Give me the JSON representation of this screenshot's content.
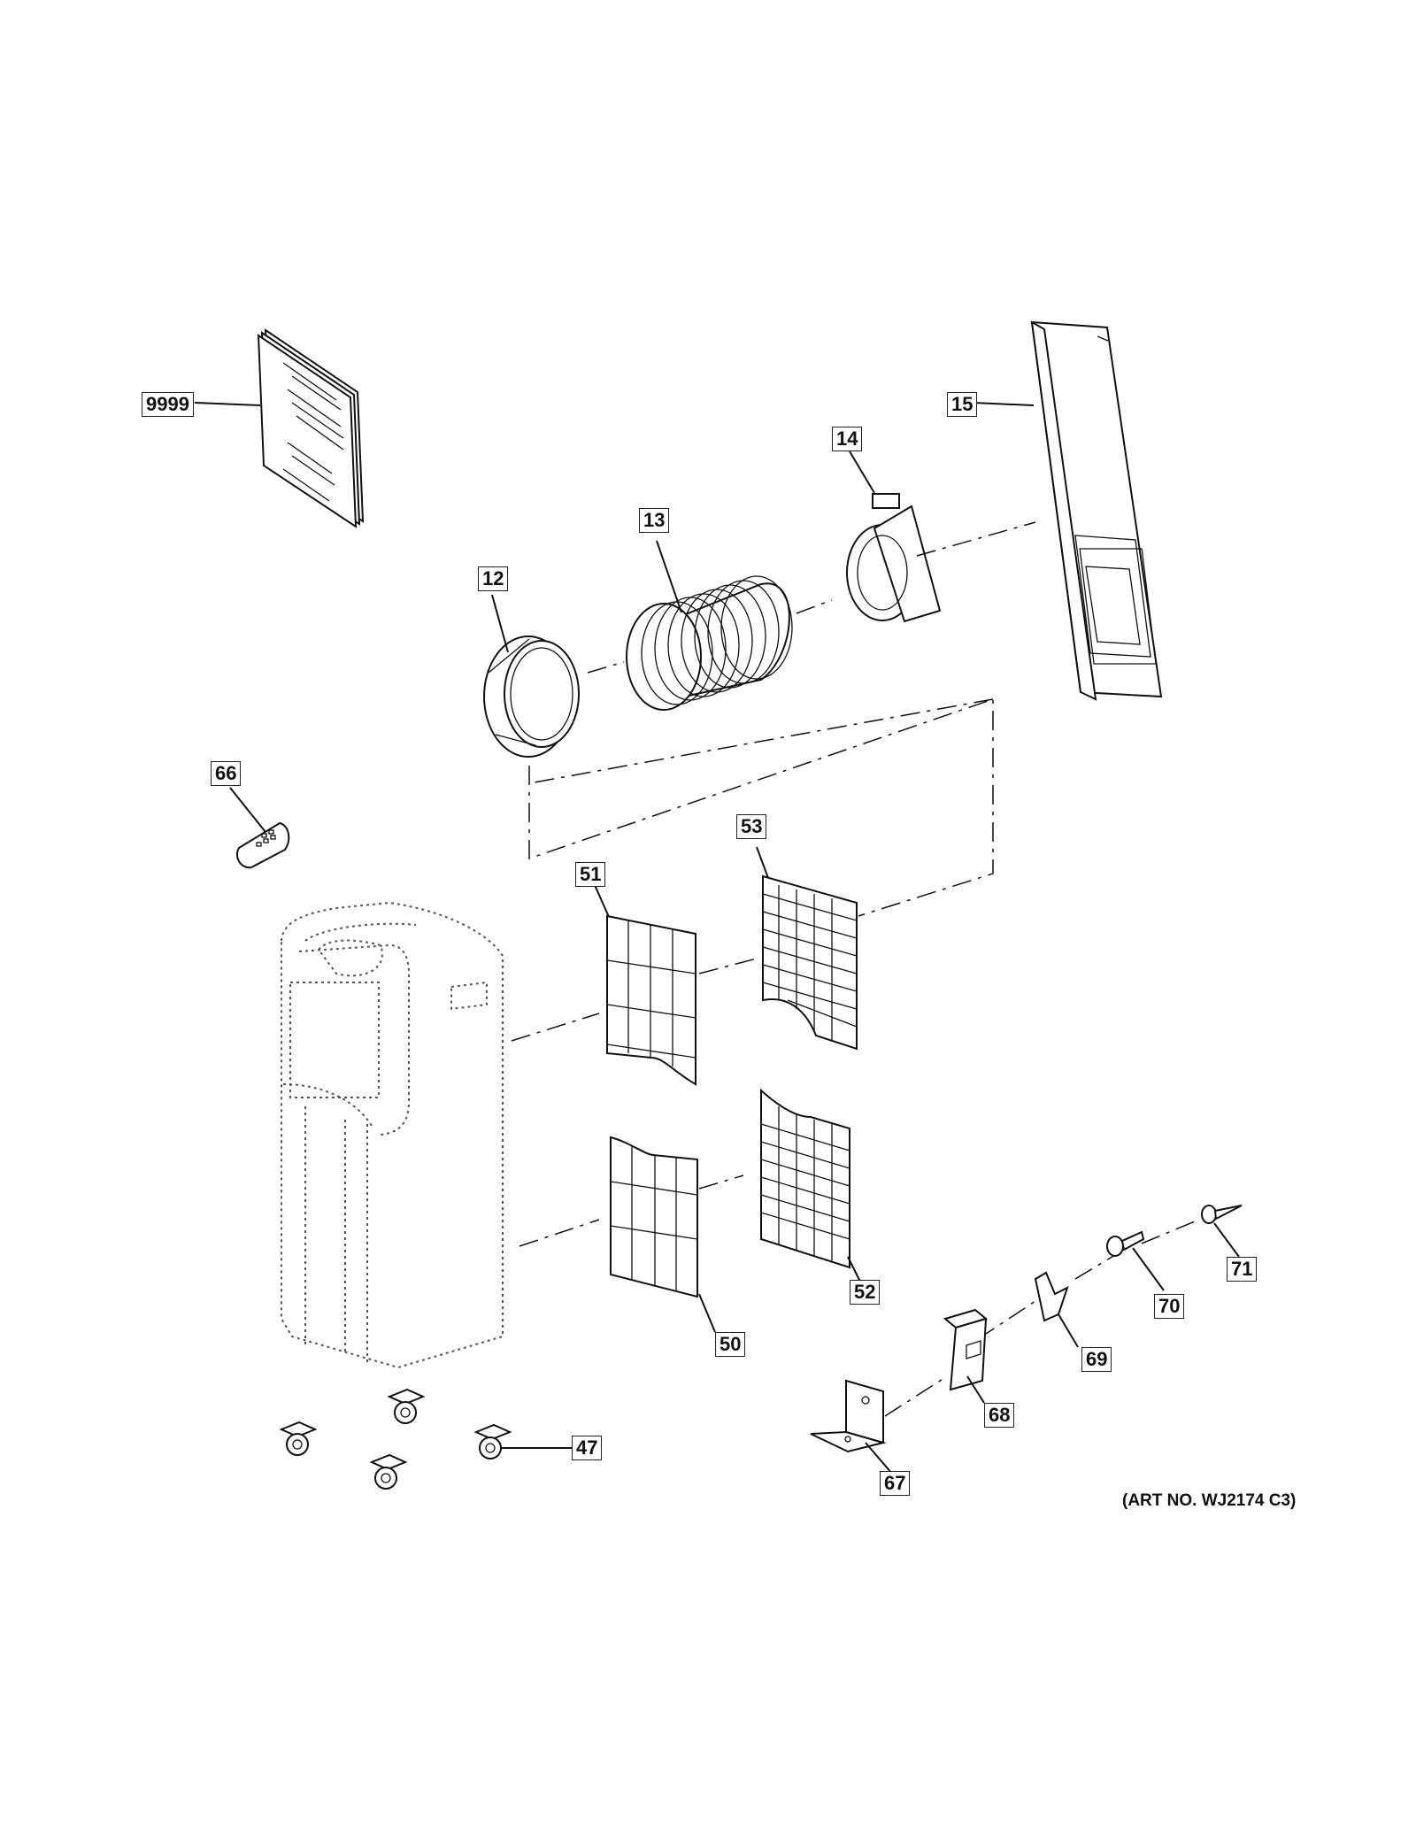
{
  "parts": {
    "p9999": "9999",
    "p15": "15",
    "p14": "14",
    "p13": "13",
    "p12": "12",
    "p66": "66",
    "p53": "53",
    "p51": "51",
    "p52": "52",
    "p50": "50",
    "p47": "47",
    "p67": "67",
    "p68": "68",
    "p69": "69",
    "p70": "70",
    "p71": "71"
  },
  "art_number": "(ART NO. WJ2174 C3)"
}
